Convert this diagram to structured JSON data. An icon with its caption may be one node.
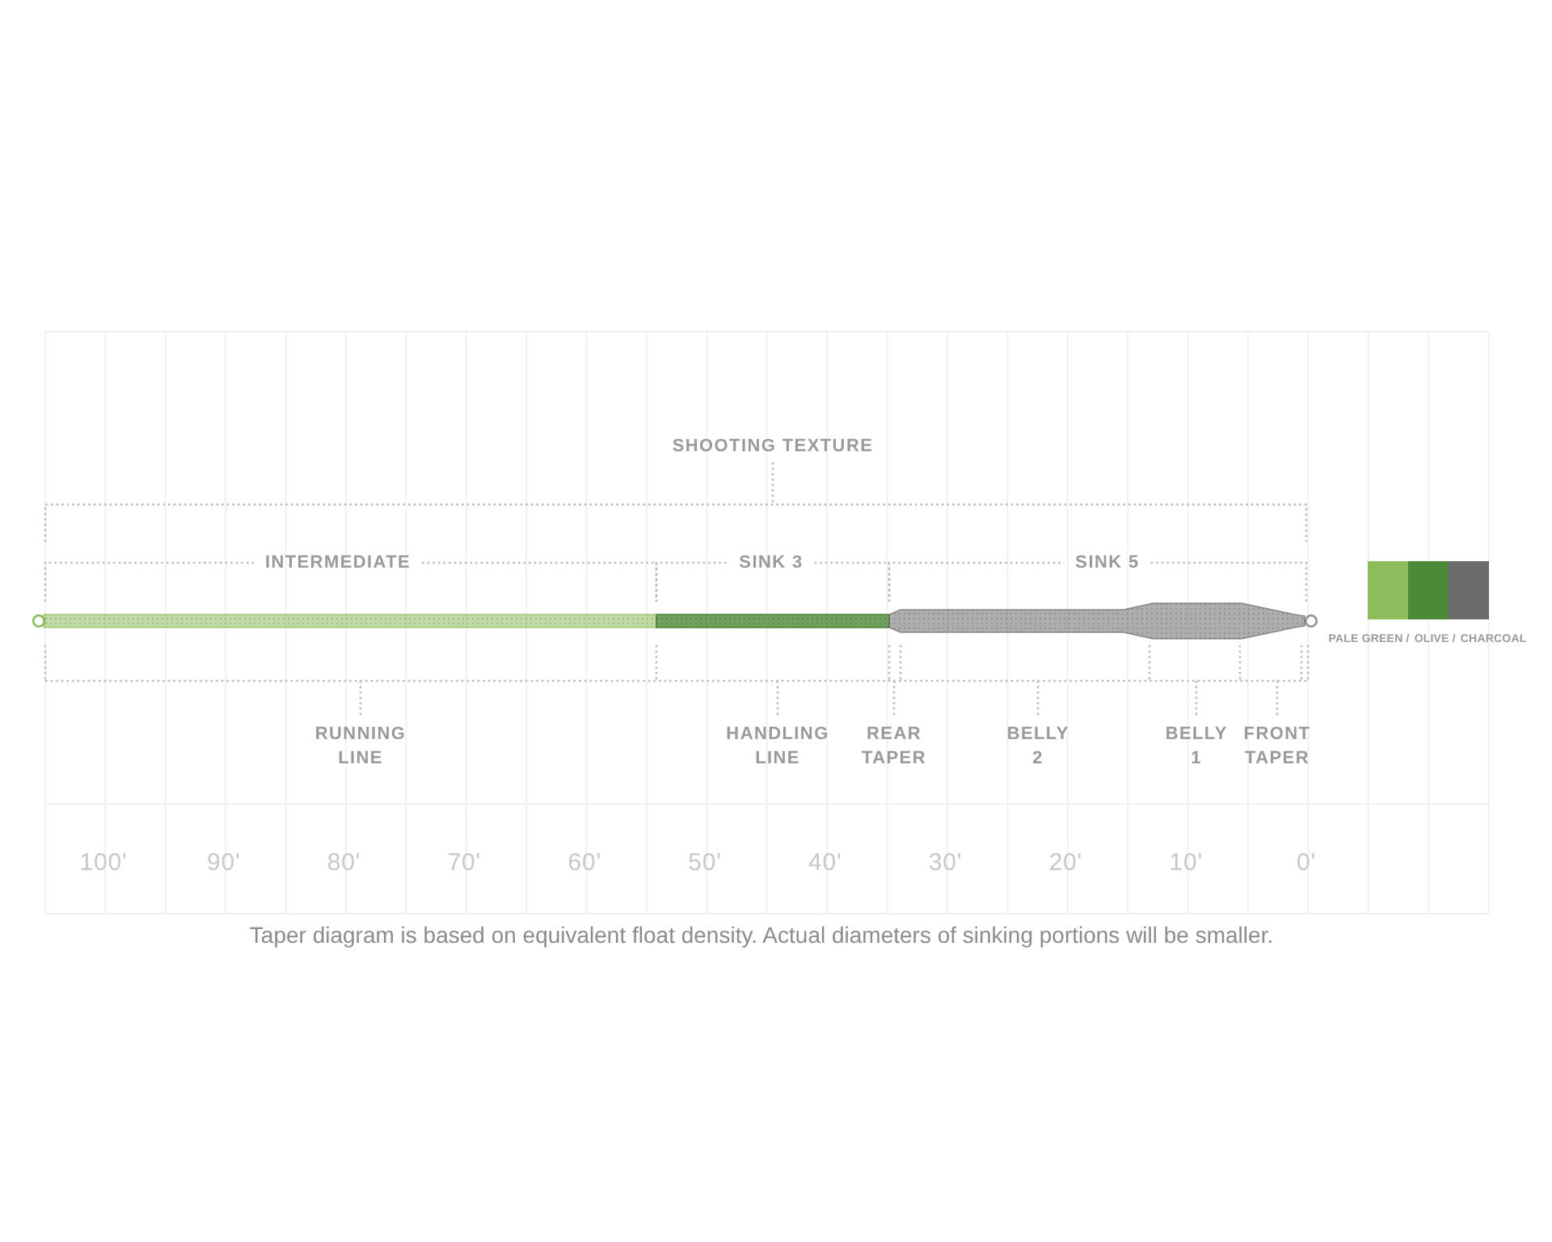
{
  "diagram": {
    "caption": "Taper diagram is based on equivalent float density. Actual diameters of sinking portions will be smaller.",
    "labels": [
      "SHOOTING TEXTURE",
      "INTERMEDIATE",
      "SINK 3",
      "SINK 5",
      "RUNNING LINE",
      "HANDLING LINE",
      "REAR TAPER",
      "BELLY 2",
      "BELLY 1",
      "FRONT TAPER",
      "100'",
      "90'",
      "80'",
      "70'",
      "60'",
      "50'",
      "40'",
      "30'",
      "20'",
      "10'",
      "0'"
    ],
    "legend": [
      {
        "text": "PALE GREEN /",
        "color": "#8cbd5a"
      },
      {
        "text": "OLIVE /",
        "color": "#4d8a36"
      },
      {
        "text": "CHARCOAL",
        "color": "#6b6b6b"
      }
    ]
  }
}
